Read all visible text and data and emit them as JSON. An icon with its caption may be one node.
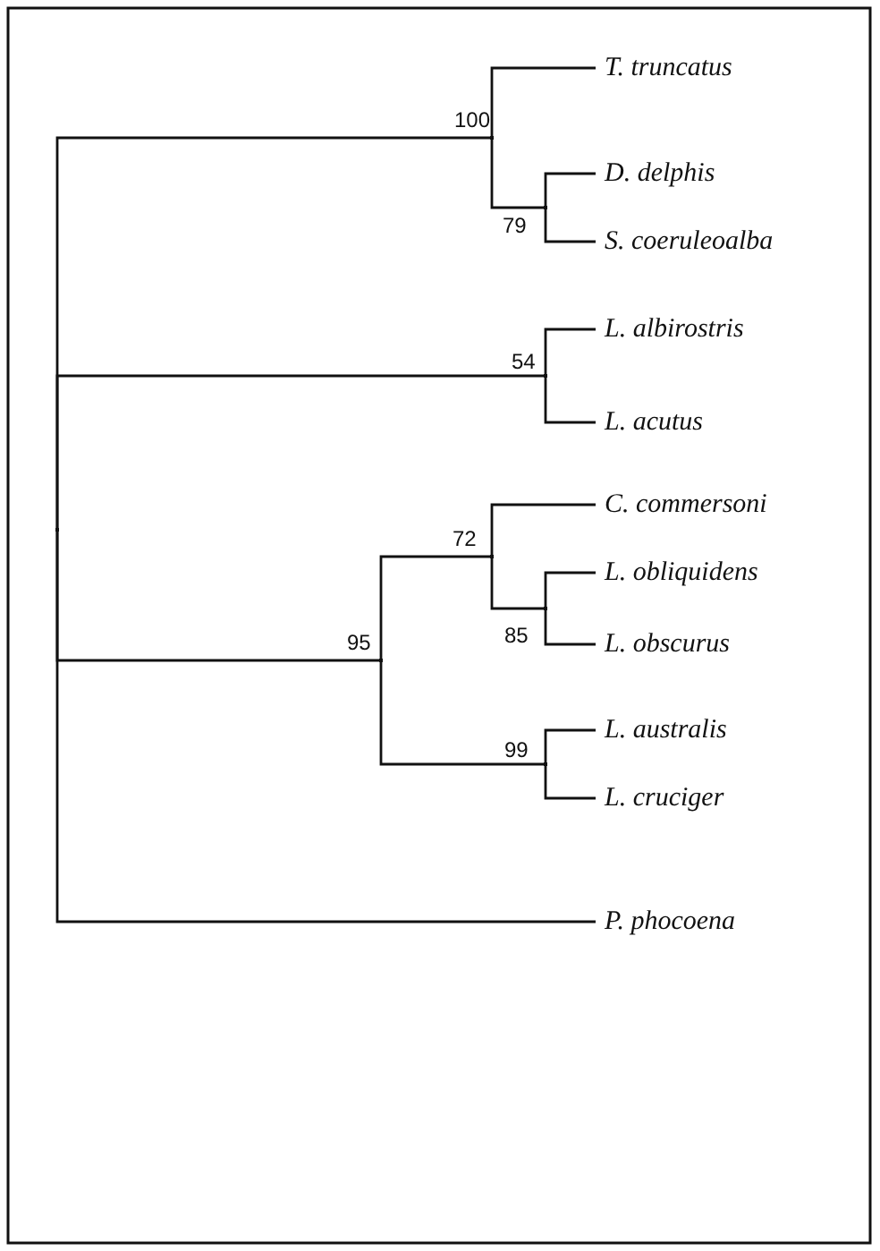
{
  "diagram": {
    "nodes": [
      {
        "text": [],
        "shape": "point"
      },
      {
        "text": [],
        "shape": "point",
        "beside": [
          "100"
        ]
      },
      {
        "text": [
          "T. truncatus"
        ]
      },
      {
        "text": [],
        "shape": "point",
        "beside": [
          "79"
        ]
      },
      {
        "text": [
          "D. delphis"
        ]
      },
      {
        "text": [
          "S. coeruleoalba"
        ]
      },
      {
        "text": [],
        "shape": "point",
        "beside": [
          "54"
        ]
      },
      {
        "text": [
          "L. albirostris"
        ]
      },
      {
        "text": [
          "L. acutus"
        ]
      },
      {
        "text": [],
        "shape": "point",
        "beside": [
          "95"
        ]
      },
      {
        "text": [],
        "shape": "point",
        "beside": [
          "72"
        ]
      },
      {
        "text": [
          "C. commersoni"
        ]
      },
      {
        "text": [],
        "shape": "point",
        "beside": [
          "85"
        ]
      },
      {
        "text": [
          "L. obliquidens"
        ]
      },
      {
        "text": [
          "L. obscurus"
        ]
      },
      {
        "text": [],
        "shape": "point",
        "beside": [
          "99"
        ]
      },
      {
        "text": [
          "L. australis"
        ]
      },
      {
        "text": [
          "L. cruciger"
        ]
      },
      {
        "text": [
          "P. phocoena"
        ]
      }
    ],
    "edges": [
      {
        "from": 0,
        "to": 1,
        "arrow": "none"
      },
      {
        "from": 0,
        "to": 6,
        "arrow": "none"
      },
      {
        "from": 0,
        "to": 9,
        "arrow": "none"
      },
      {
        "from": 0,
        "to": 18,
        "arrow": "none"
      },
      {
        "from": 1,
        "to": 2,
        "arrow": "none"
      },
      {
        "from": 1,
        "to": 3,
        "arrow": "none"
      },
      {
        "from": 3,
        "to": 4,
        "arrow": "none"
      },
      {
        "from": 3,
        "to": 5,
        "arrow": "none"
      },
      {
        "from": 6,
        "to": 7,
        "arrow": "none"
      },
      {
        "from": 6,
        "to": 8,
        "arrow": "none"
      },
      {
        "from": 9,
        "to": 10,
        "arrow": "none"
      },
      {
        "from": 9,
        "to": 15,
        "arrow": "none"
      },
      {
        "from": 10,
        "to": 11,
        "arrow": "none"
      },
      {
        "from": 10,
        "to": 12,
        "arrow": "none"
      },
      {
        "from": 12,
        "to": 13,
        "arrow": "none"
      },
      {
        "from": 12,
        "to": 14,
        "arrow": "none"
      },
      {
        "from": 15,
        "to": 16,
        "arrow": "none"
      },
      {
        "from": 15,
        "to": 17,
        "arrow": "none"
      }
    ]
  }
}
